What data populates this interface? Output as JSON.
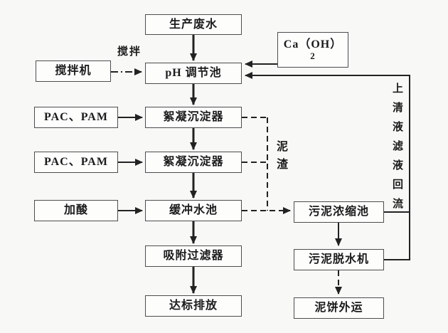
{
  "diagram": {
    "nodes": {
      "production_wastewater": "生产废水",
      "ca_oh": {
        "line1": "Ca（OH）",
        "line2": "2"
      },
      "mixer": "搅拌机",
      "ph_tank": "pH 调节池",
      "pac_pam_1": "PAC、PAM",
      "floc_settler_1": "絮凝沉淀器",
      "pac_pam_2": "PAC、PAM",
      "floc_settler_2": "絮凝沉淀器",
      "acid": "加酸",
      "buffer_tank": "缓冲水池",
      "sludge_thickener": "污泥浓缩池",
      "adsorption_filter": "吸附过滤器",
      "sludge_dewaterer": "污泥脱水机",
      "standard_discharge": "达标排放",
      "mud_cake_out": "泥饼外运"
    },
    "edge_labels": {
      "stirring": "搅拌",
      "sludge": "泥渣",
      "supernatant_return": "上清液滤液回流"
    },
    "colors": {
      "line": "#222222",
      "box_border": "#4d4d4d",
      "background": "#f8f8f6",
      "text": "#1b1b1b"
    }
  }
}
